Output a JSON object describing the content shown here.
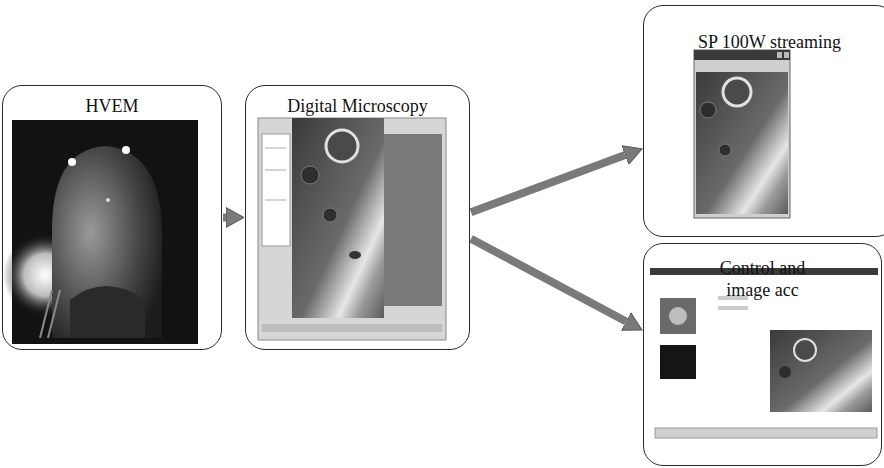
{
  "diagram": {
    "nodes": [
      {
        "text": [
          "HVEM"
        ]
      },
      {
        "text": [
          "Digital Microscopy"
        ]
      },
      {
        "text": [
          "SP 100W streaming"
        ]
      },
      {
        "text": [
          "Control and image acc"
        ]
      }
    ],
    "edges": [
      {
        "from": 0,
        "to": 1,
        "arrow": "to"
      },
      {
        "from": 1,
        "to": 2,
        "arrow": "to"
      },
      {
        "from": 1,
        "to": 3,
        "arrow": "to"
      }
    ]
  }
}
